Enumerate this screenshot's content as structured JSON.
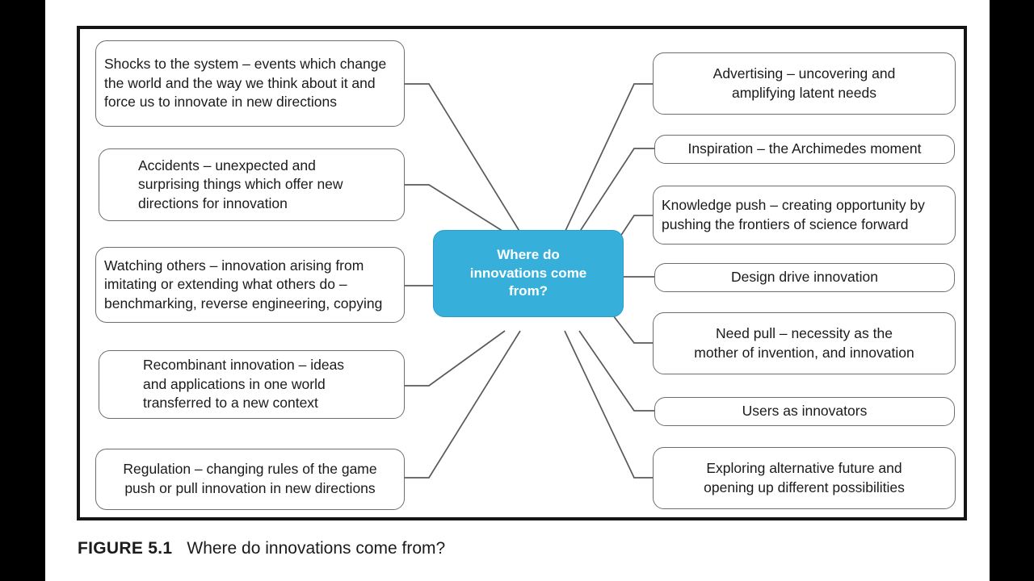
{
  "figure": {
    "caption_label": "FIGURE 5.1",
    "caption_title": "Where do innovations come from?",
    "frame_color": "#151515",
    "box_border_color": "#6d6e70",
    "connector_color": "#58595b",
    "center_fill": "#36b0da",
    "center_text_color": "#ffffff",
    "background": "#ffffff",
    "letterbox_color": "#000000"
  },
  "center": {
    "label": "Where do\ninnovations come\nfrom?"
  },
  "left_nodes": [
    {
      "id": "shocks",
      "label": "Shocks to the system – events which change\nthe world and the way we think about it and\nforce us to innovate in new directions",
      "align": "left"
    },
    {
      "id": "accidents",
      "label": "Accidents – unexpected and\nsurprising things which offer new\ndirections for innovation",
      "align": "left"
    },
    {
      "id": "watching-others",
      "label": "Watching others – innovation arising from\nimitating or extending what others do –\nbenchmarking, reverse engineering, copying",
      "align": "left"
    },
    {
      "id": "recombinant-innovation",
      "label": "Recombinant innovation – ideas\nand applications in one world\ntransferred to a new context",
      "align": "left"
    },
    {
      "id": "regulation",
      "label": "Regulation – changing rules of the game\npush or pull innovation in new directions",
      "align": "left"
    }
  ],
  "right_nodes": [
    {
      "id": "advertising",
      "label": "Advertising – uncovering and\namplifying latent needs",
      "align": "center"
    },
    {
      "id": "inspiration",
      "label": "Inspiration – the Archimedes moment",
      "align": "center"
    },
    {
      "id": "knowledge-push",
      "label": "Knowledge push – creating opportunity by\npushing the frontiers of science forward",
      "align": "left"
    },
    {
      "id": "design-drive-innovation",
      "label": "Design drive innovation",
      "align": "center"
    },
    {
      "id": "need-pull",
      "label": "Need pull – necessity as the\nmother of invention, and innovation",
      "align": "center"
    },
    {
      "id": "users-as-innovators",
      "label": "Users as innovators",
      "align": "center"
    },
    {
      "id": "exploring-alternative-future",
      "label": "Exploring alternative future and\nopening up different possibilities",
      "align": "center"
    }
  ]
}
